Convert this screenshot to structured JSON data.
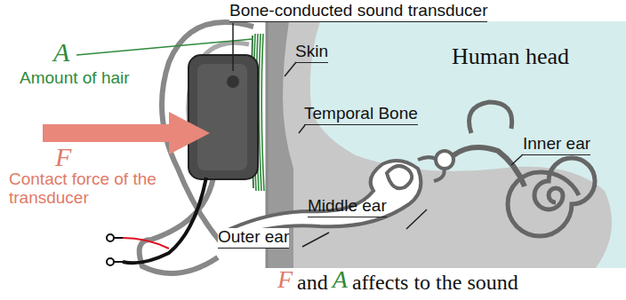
{
  "diagram": {
    "labels": [
      "Bone-conducted sound transducer",
      "Skin",
      "Human head",
      "A",
      "Amount of hair",
      "Temporal Bone",
      "Inner ear",
      "F",
      "Contact force of the transducer",
      "Middle ear",
      "Outer ear",
      "F",
      "and",
      "A",
      "affects to the sound"
    ]
  }
}
